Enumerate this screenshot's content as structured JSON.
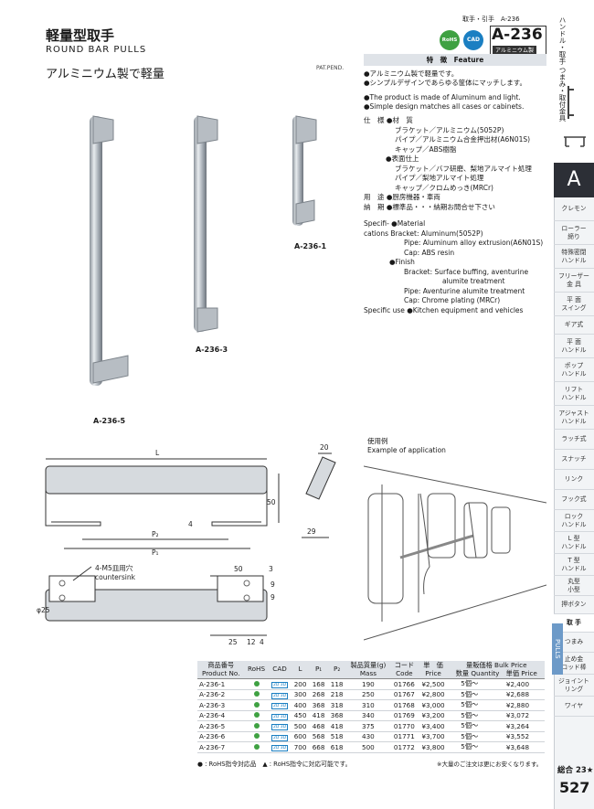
{
  "header": {
    "title": "軽量型取手",
    "subtitle": "ROUND BAR PULLS",
    "jp_sub": "アルミニウム製で軽量",
    "pat_pend": "PAT.PEND.",
    "category": "取手・引手　A-236",
    "rohs": "RoHS",
    "cad": "CAD",
    "model": "A-236",
    "material": "アルミニウム製"
  },
  "feature": {
    "heading": "特　徴　Feature",
    "jp": [
      "●アルミニウム製で軽量です。",
      "●シンプルデザインであらゆる筐体にマッチします。"
    ],
    "en": [
      "●The product is made of Aluminum and light.",
      "●Simple design matches all cases or cabinets."
    ]
  },
  "spec_jp": [
    "仕　様 ●材　質",
    "ブラケット／アルミニウム(5052P)",
    "パイプ／アルミニウム合金押出材(A6N01S)",
    "キャップ／ABS樹脂",
    "●表面仕上",
    "ブラケット／バフ研磨、梨地アルマイト処理",
    "パイプ／梨地アルマイト処理",
    "キャップ／クロムめっき(MRCr)",
    "用　途 ●厨房機器・車両",
    "納　期 ●標準品・・・納期お問合せ下さい"
  ],
  "spec_en": [
    "Specifi- ●Material",
    "cations  Bracket: Aluminum(5052P)",
    "Pipe: Aluminum alloy extrusion(A6N01S)",
    "Cap: ABS resin",
    "●Finish",
    "Bracket: Surface buffing, aventurine",
    "alumite treatment",
    "Pipe: Aventurine alumite treatment",
    "Cap: Chrome plating (MRCr)",
    "Specific use ●Kitchen equipment and vehicles"
  ],
  "product_labels": [
    "A-236-1",
    "A-236-3",
    "A-236-5"
  ],
  "example": {
    "jp": "使用例",
    "en": "Example of application"
  },
  "dims": {
    "L": "L",
    "p2": "P₂",
    "p1": "P₁",
    "d50": "50",
    "d20": "20",
    "d29": "29",
    "d4": "4",
    "hole": "4-M5皿用穴",
    "countersink": "countersink",
    "b50": "50",
    "b3": "3",
    "b9a": "9",
    "b9b": "9",
    "b25": "25",
    "b12": "12",
    "b4": "4",
    "phi25": "φ25"
  },
  "side": {
    "vertical": "ハンドル・取手 つまみ・取付金具",
    "letter": "A",
    "tabs": [
      "クレモン",
      "ローラー\n締り",
      "特殊密閉\nハンドル",
      "フリーザー\n金 具",
      "平 面\nスイング",
      "ギア式",
      "平 面\nハンドル",
      "ポップ\nハンドル",
      "リフト\nハンドル",
      "アジャスト\nハンドル",
      "ラッチ式",
      "スナッチ",
      "リンク",
      "フック式",
      "ロック\nハンドル",
      "L 型\nハンドル",
      "T 型\nハンドル",
      "丸型\n小型",
      "押ボタン",
      "取 手",
      "つまみ",
      "止め金\nロッド棒",
      "ジョイント\nリング",
      "ワイヤ"
    ],
    "pulls": "PULLS",
    "sogo": "総合 23★",
    "page": "527"
  },
  "table": {
    "headers": [
      "商品番号\nProduct No.",
      "RoHS",
      "CAD",
      "L",
      "P₁",
      "P₂",
      "製品質量(g)\nMass",
      "コード\nCode",
      "単　価\nPrice",
      "量販価格 Bulk Price\n数量 Quantity　単価 Price"
    ],
    "rows": [
      [
        "A-236-1",
        "200",
        "168",
        "118",
        "190",
        "01766",
        "¥2,500",
        "5個～",
        "¥2,400"
      ],
      [
        "A-236-2",
        "300",
        "268",
        "218",
        "250",
        "01767",
        "¥2,800",
        "5個～",
        "¥2,688"
      ],
      [
        "A-236-3",
        "400",
        "368",
        "318",
        "310",
        "01768",
        "¥3,000",
        "5個～",
        "¥2,880"
      ],
      [
        "A-236-4",
        "450",
        "418",
        "368",
        "340",
        "01769",
        "¥3,200",
        "5個～",
        "¥3,072"
      ],
      [
        "A-236-5",
        "500",
        "468",
        "418",
        "375",
        "01770",
        "¥3,400",
        "5個～",
        "¥3,264"
      ],
      [
        "A-236-6",
        "600",
        "568",
        "518",
        "430",
        "01771",
        "¥3,700",
        "5個～",
        "¥3,552"
      ],
      [
        "A-236-7",
        "700",
        "668",
        "618",
        "500",
        "01772",
        "¥3,800",
        "5個～",
        "¥3,648"
      ]
    ],
    "legend": "● : RoHS指令対応品　▲ : RoHS指令に対応可能です。",
    "note": "※大量のご注文は更にお安くなります。"
  },
  "colors": {
    "rohs": "#3fa142",
    "cad": "#1b7fc2",
    "tab_bg": "#f2f4f6",
    "accent_dark": "#2c2f36"
  }
}
